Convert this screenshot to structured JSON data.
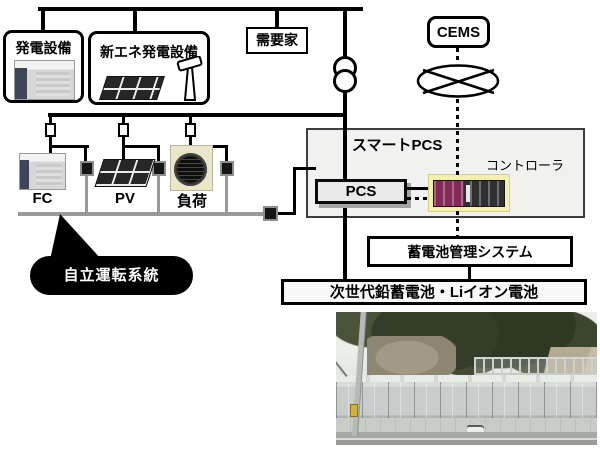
{
  "diagram": {
    "top_sources": {
      "generation": {
        "label": "発電設備",
        "icon": "generator-icon"
      },
      "new_energy": {
        "label": "新エネ発電設備",
        "icons": [
          "solar-panel-icon",
          "wind-turbine-icon"
        ]
      },
      "consumer": {
        "label": "需要家"
      }
    },
    "cems": {
      "label": "CEMS",
      "network_icon": "network-ellipse-icon"
    },
    "units": [
      {
        "label": "FC",
        "icon": "fuel-cell-icon"
      },
      {
        "label": "PV",
        "icon": "pv-panel-icon"
      },
      {
        "label": "負荷",
        "icon": "ac-outdoor-unit-icon"
      }
    ],
    "callout": {
      "label": "自立運転系統"
    },
    "smart_pcs": {
      "title": "スマートPCS",
      "pcs_label": "PCS",
      "controller_label": "コントローラ"
    },
    "bms": {
      "label": "蓄電池管理システム"
    },
    "battery_bus": {
      "label": "次世代鉛蓄電池・Liイオン電池"
    },
    "photo": {
      "description": "battery-container-site-photo"
    },
    "symbols": {
      "transformer": "two-circle-transformer-icon",
      "grid_switch": "disconnect-switch-icon",
      "plug": "connector-plug-icon"
    },
    "colors": {
      "line_black": "#000000",
      "standalone_bus_gray": "#9a9a9a",
      "callout_bg": "#000000",
      "callout_text": "#ffffff",
      "smart_pcs_fill": "#f1f1ef",
      "pcs_fill": "#e9e9e9",
      "controller_panel_bg": "#f4f0ae",
      "controller_module": "#832a59"
    }
  }
}
